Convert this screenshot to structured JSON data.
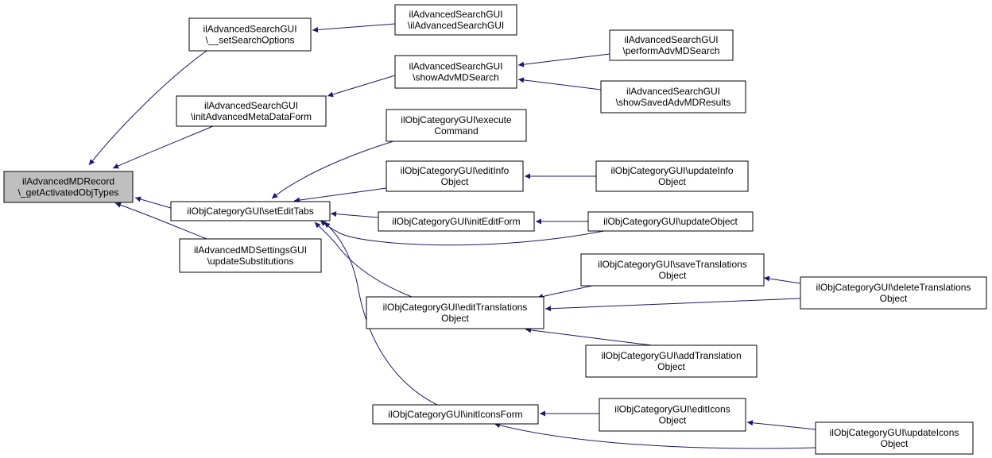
{
  "diagram": {
    "edge_color": "#191970",
    "root_fill": "#bfbfbf",
    "nodes": [
      {
        "id": "root",
        "lines": [
          "ilAdvancedMDRecord",
          "\\_getActivatedObjTypes"
        ]
      },
      {
        "id": "setSearchOptions",
        "lines": [
          "ilAdvancedSearchGUI",
          "\\__setSearchOptions"
        ]
      },
      {
        "id": "initAdvMetaDataForm",
        "lines": [
          "ilAdvancedSearchGUI",
          "\\initAdvancedMetaDataForm"
        ]
      },
      {
        "id": "setEditTabs",
        "lines": [
          "ilObjCategoryGUI\\setEditTabs"
        ]
      },
      {
        "id": "updateSubstitutions",
        "lines": [
          "ilAdvancedMDSettingsGUI",
          "\\updateSubstitutions"
        ]
      },
      {
        "id": "advSearchCtor",
        "lines": [
          "ilAdvancedSearchGUI",
          "\\ilAdvancedSearchGUI"
        ]
      },
      {
        "id": "showAdvMDSearch",
        "lines": [
          "ilAdvancedSearchGUI",
          "\\showAdvMDSearch"
        ]
      },
      {
        "id": "performAdvMDSearch",
        "lines": [
          "ilAdvancedSearchGUI",
          "\\performAdvMDSearch"
        ]
      },
      {
        "id": "showSavedAdvMDResults",
        "lines": [
          "ilAdvancedSearchGUI",
          "\\showSavedAdvMDResults"
        ]
      },
      {
        "id": "executeCommand",
        "lines": [
          "ilObjCategoryGUI\\execute",
          "Command"
        ]
      },
      {
        "id": "editInfoObject",
        "lines": [
          "ilObjCategoryGUI\\editInfo",
          "Object"
        ]
      },
      {
        "id": "updateInfoObject",
        "lines": [
          "ilObjCategoryGUI\\updateInfo",
          "Object"
        ]
      },
      {
        "id": "initEditForm",
        "lines": [
          "ilObjCategoryGUI\\initEditForm"
        ]
      },
      {
        "id": "updateObject",
        "lines": [
          "ilObjCategoryGUI\\updateObject"
        ]
      },
      {
        "id": "saveTranslationsObject",
        "lines": [
          "ilObjCategoryGUI\\saveTranslations",
          "Object"
        ]
      },
      {
        "id": "deleteTranslationsObject",
        "lines": [
          "ilObjCategoryGUI\\deleteTranslations",
          "Object"
        ]
      },
      {
        "id": "editTranslationsObject",
        "lines": [
          "ilObjCategoryGUI\\editTranslations",
          "Object"
        ]
      },
      {
        "id": "addTranslationObject",
        "lines": [
          "ilObjCategoryGUI\\addTranslation",
          "Object"
        ]
      },
      {
        "id": "initIconsForm",
        "lines": [
          "ilObjCategoryGUI\\initIconsForm"
        ]
      },
      {
        "id": "editIconsObject",
        "lines": [
          "ilObjCategoryGUI\\editIcons",
          "Object"
        ]
      },
      {
        "id": "updateIconsObject",
        "lines": [
          "ilObjCategoryGUI\\updateIcons",
          "Object"
        ]
      }
    ],
    "edges": [
      {
        "from": "setSearchOptions",
        "to": "root"
      },
      {
        "from": "initAdvMetaDataForm",
        "to": "root"
      },
      {
        "from": "setEditTabs",
        "to": "root"
      },
      {
        "from": "updateSubstitutions",
        "to": "root"
      },
      {
        "from": "advSearchCtor",
        "to": "setSearchOptions"
      },
      {
        "from": "showAdvMDSearch",
        "to": "initAdvMetaDataForm"
      },
      {
        "from": "performAdvMDSearch",
        "to": "showAdvMDSearch"
      },
      {
        "from": "showSavedAdvMDResults",
        "to": "showAdvMDSearch"
      },
      {
        "from": "executeCommand",
        "to": "setEditTabs"
      },
      {
        "from": "editInfoObject",
        "to": "setEditTabs"
      },
      {
        "from": "initEditForm",
        "to": "setEditTabs"
      },
      {
        "from": "updateObject",
        "to": "setEditTabs"
      },
      {
        "from": "editTranslationsObject",
        "to": "setEditTabs"
      },
      {
        "from": "initIconsForm",
        "to": "setEditTabs"
      },
      {
        "from": "updateInfoObject",
        "to": "editInfoObject"
      },
      {
        "from": "updateObject",
        "to": "initEditForm"
      },
      {
        "from": "saveTranslationsObject",
        "to": "editTranslationsObject"
      },
      {
        "from": "deleteTranslationsObject",
        "to": "editTranslationsObject"
      },
      {
        "from": "addTranslationObject",
        "to": "editTranslationsObject"
      },
      {
        "from": "deleteTranslationsObject",
        "to": "saveTranslationsObject"
      },
      {
        "from": "editIconsObject",
        "to": "initIconsForm"
      },
      {
        "from": "updateIconsObject",
        "to": "initIconsForm"
      },
      {
        "from": "updateIconsObject",
        "to": "editIconsObject"
      }
    ]
  }
}
